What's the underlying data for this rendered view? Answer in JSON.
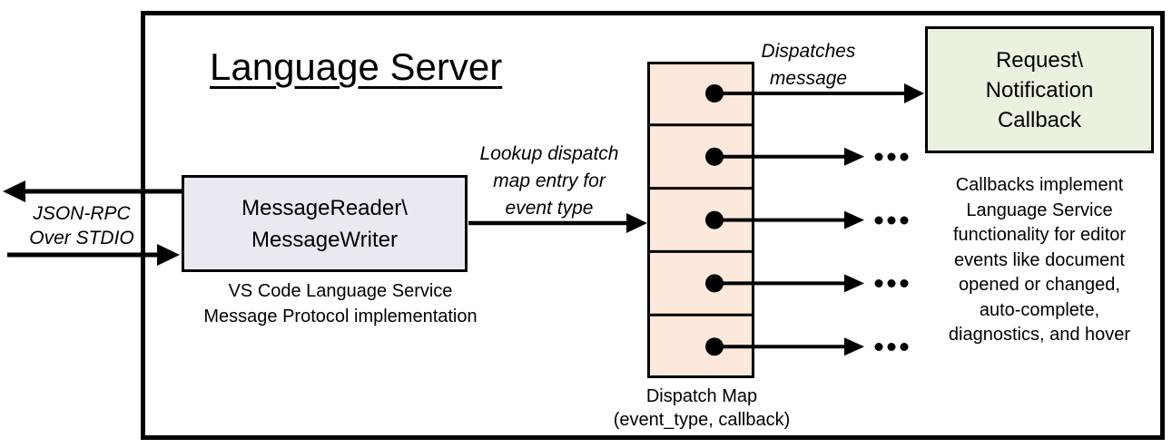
{
  "title": "Language Server",
  "left_io": {
    "label_line1": "JSON-RPC",
    "label_line2": "Over STDIO"
  },
  "reader_box": {
    "line1": "MessageReader\\",
    "line2": "MessageWriter",
    "caption1": "VS Code Language Service",
    "caption2": "Message Protocol implementation"
  },
  "lookup_label": {
    "line1": "Lookup dispatch",
    "line2": "map entry for",
    "line3": "event type"
  },
  "dispatch_map": {
    "cell_count": 5,
    "caption1": "Dispatch Map",
    "caption2": "(event_type, callback)"
  },
  "dispatches_label": {
    "line1": "Dispatches",
    "line2": "message"
  },
  "callback_box": {
    "line1": "Request\\",
    "line2": "Notification",
    "line3": "Callback"
  },
  "callback_note": {
    "lines": [
      "Callbacks implement",
      "Language Service",
      "functionality for editor",
      "events like document",
      "opened or changed,",
      "auto-complete,",
      "diagnostics, and hover"
    ]
  },
  "icons": {
    "ellipsis": "..."
  },
  "colors": {
    "reader_fill": "#EAE9F1",
    "dispatch_fill": "#FCE9DC",
    "callback_fill": "#E9F1DF",
    "stroke": "#000000",
    "background": "#FFFFFF"
  }
}
